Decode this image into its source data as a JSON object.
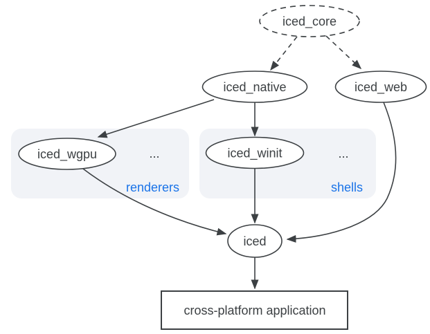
{
  "diagram": {
    "nodes": {
      "iced_core": {
        "label": "iced_core"
      },
      "iced_native": {
        "label": "iced_native"
      },
      "iced_web": {
        "label": "iced_web"
      },
      "iced_wgpu": {
        "label": "iced_wgpu"
      },
      "iced_winit": {
        "label": "iced_winit"
      },
      "iced": {
        "label": "iced"
      },
      "application": {
        "label": "cross-platform application"
      }
    },
    "groups": {
      "renderers": {
        "label": "renderers",
        "ellipsis": "..."
      },
      "shells": {
        "label": "shells",
        "ellipsis": "..."
      }
    },
    "edges": [
      {
        "from": "iced_core",
        "to": "iced_native",
        "style": "dashed"
      },
      {
        "from": "iced_core",
        "to": "iced_web",
        "style": "dashed"
      },
      {
        "from": "iced_native",
        "to": "iced_wgpu",
        "style": "solid"
      },
      {
        "from": "iced_native",
        "to": "iced_winit",
        "style": "solid"
      },
      {
        "from": "iced_winit",
        "to": "iced",
        "style": "solid"
      },
      {
        "from": "iced_wgpu",
        "to": "iced",
        "style": "solid"
      },
      {
        "from": "iced_web",
        "to": "iced",
        "style": "solid"
      },
      {
        "from": "iced",
        "to": "application",
        "style": "solid"
      }
    ],
    "colors": {
      "node_stroke": "#3c4043",
      "text": "#3c4043",
      "group_label": "#1a73e8",
      "group_bg": "#f1f3f7",
      "background": "#ffffff"
    }
  }
}
